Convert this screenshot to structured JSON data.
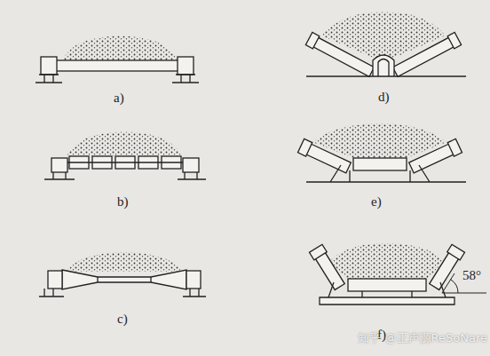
{
  "diagram": {
    "labels": [
      "a)",
      "d)",
      "b)",
      "e)",
      "c)",
      "58°",
      "f)",
      "知乎 @正声源ReSoNare"
    ]
  }
}
